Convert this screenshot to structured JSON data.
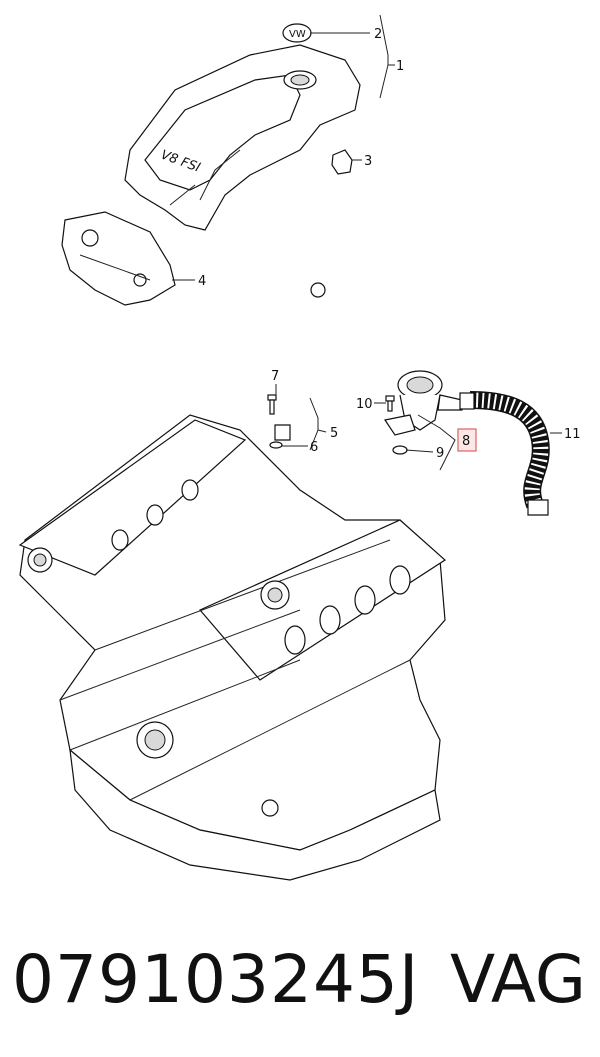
{
  "diagram": {
    "callouts": {
      "c1": "1",
      "c2": "2",
      "c3": "3",
      "c4": "4",
      "c5": "5",
      "c6": "6",
      "c7": "7",
      "c8": "8",
      "c9": "9",
      "c10": "10",
      "c11": "11"
    },
    "engine_cover_text": "V8 FSI",
    "highlight_color": "#e06060"
  },
  "caption": {
    "part_number": "079103245J",
    "brand": "VAG"
  }
}
